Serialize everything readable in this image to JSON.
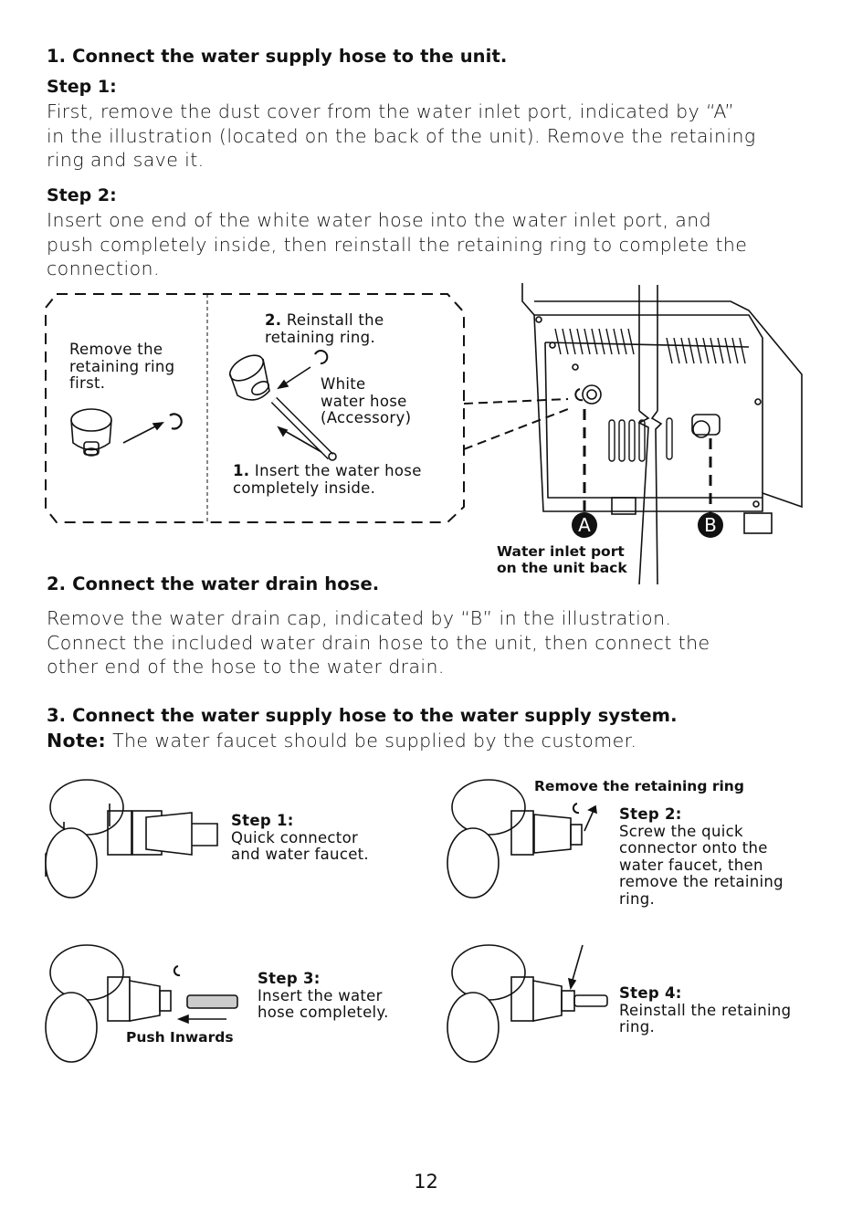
{
  "section1": {
    "title": "1. Connect the water supply hose to the unit.",
    "step1": {
      "label": "Step 1:",
      "lines": [
        "First, remove the dust cover from the water inlet port, indicated by “A”",
        "in the illustration (located on the back of the unit). Remove the retaining",
        "ring and save it."
      ]
    },
    "step2": {
      "label": "Step 2:",
      "lines": [
        "Insert one end of the white water hose into the water inlet port, and",
        "push completely inside, then reinstall the retaining ring to complete the",
        "connection."
      ]
    }
  },
  "figure1": {
    "left_caption": [
      "Remove the",
      "retaining ring",
      "first."
    ],
    "reinstall_num": "2.",
    "reinstall_text": [
      "Reinstall the",
      "retaining ring."
    ],
    "hose_label": [
      "White",
      "water hose",
      "(Accessory)"
    ],
    "insert_num": "1.",
    "insert_text": [
      "Insert the water hose",
      "completely inside."
    ],
    "marker_a": "A",
    "marker_b": "B",
    "inlet_caption": [
      "Water inlet port",
      "on the unit back"
    ]
  },
  "section2": {
    "title": "2. Connect the water drain hose.",
    "lines": [
      "Remove the water drain cap, indicated by “B” in the illustration.",
      "Connect the included water drain hose to the unit, then connect the",
      "other end of the hose to the water drain."
    ]
  },
  "section3": {
    "title": "3. Connect the water supply hose to the water supply system.",
    "note_label": "Note:",
    "note_text": "The water faucet should be supplied by the customer."
  },
  "faucet_steps": {
    "s1_label": "Step 1:",
    "s1_lines": [
      "Quick connector",
      "and water faucet."
    ],
    "s2_header": "Remove the retaining ring",
    "s2_label": "Step 2:",
    "s2_lines": [
      "Screw the quick",
      "connector onto the",
      "water faucet, then",
      "remove the retaining",
      "ring."
    ],
    "s3_label": "Step 3:",
    "s3_lines": [
      "Insert the water",
      "hose completely."
    ],
    "push_label": "Push Inwards",
    "s4_label": "Step 4:",
    "s4_lines": [
      "Reinstall the retaining",
      "ring."
    ]
  },
  "page_number": "12"
}
